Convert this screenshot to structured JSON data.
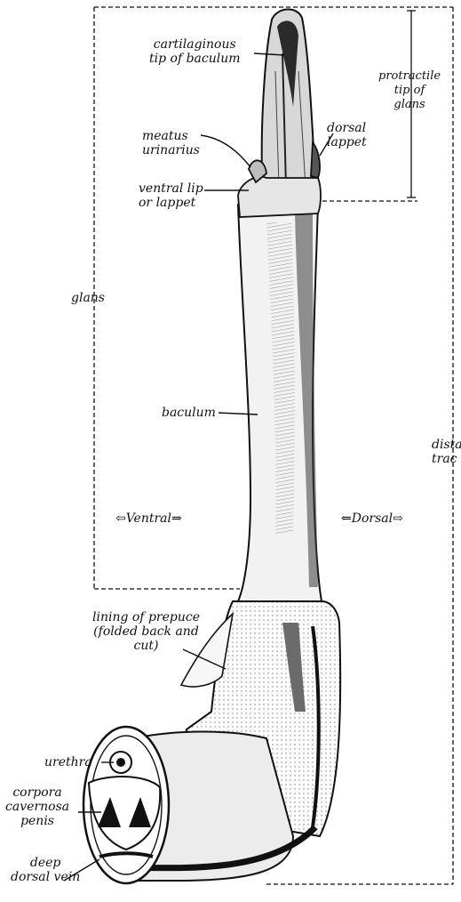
{
  "labels": {
    "cartilaginous_tip": "cartilaginous\ntip of baculum",
    "protractile_tip": "protractile\ntip of\nglans",
    "meatus": "meatus\nurinarius",
    "dorsal_lappet": "dorsal\nlappet",
    "ventral_lip": "ventral lip\nor lappet",
    "glans": "glans",
    "baculum": "baculum",
    "distal_tract": "dista\ntrac",
    "ventral": "⇦Ventral⇒",
    "dorsal": "⇐Dorsal⇨",
    "lining_prepuce": "lining of prepuce\n(folded back and\ncut)",
    "urethra": "urethra",
    "corpora_cavernosa": "corpora\ncavernosa\npenis",
    "deep_dorsal_vein": "deep\ndorsal vein"
  },
  "colors": {
    "ink": "#111111",
    "shading": "#3a3a3a",
    "paper": "#ffffff"
  }
}
